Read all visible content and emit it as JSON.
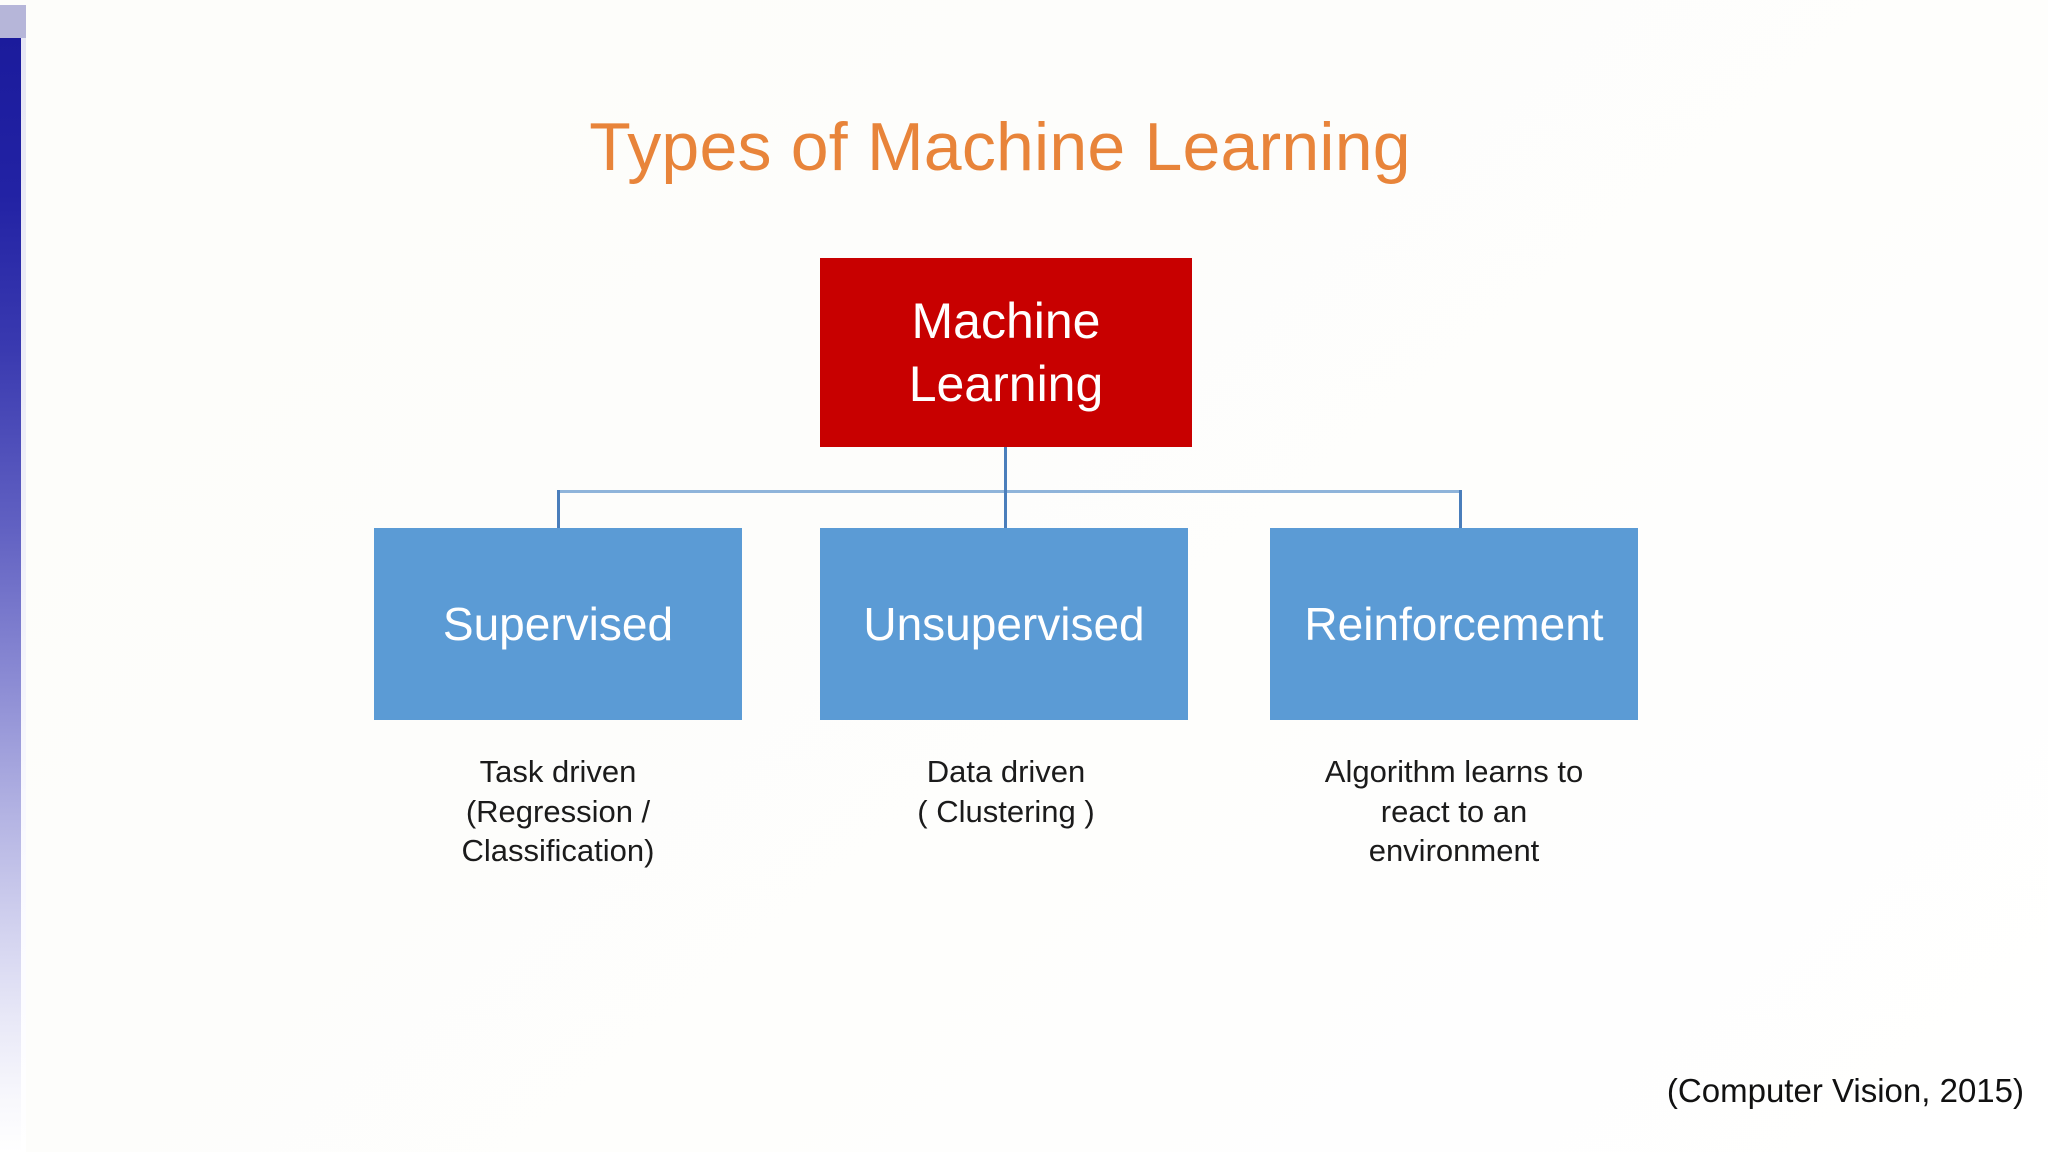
{
  "slide": {
    "title": "Types of Machine Learning",
    "credit": "(Computer Vision, 2015)"
  },
  "colors": {
    "title_orange": "#e8843a",
    "root_red": "#c80000",
    "leaf_blue": "#5b9bd5",
    "connector_blue": "#4a7ebb",
    "accent_bar_top": "#1b1b9c",
    "accent_block": "#a9a9d2",
    "caption_text": "#1b1b1b",
    "background": "#ffffff"
  },
  "diagram": {
    "type": "tree",
    "root": {
      "label": "Machine Learning",
      "line1": "Machine",
      "line2": "Learning"
    },
    "children": [
      {
        "label": "Supervised",
        "caption": "Task driven\n(Regression /\nClassification)",
        "caption_lines": [
          "Task driven",
          "(Regression /",
          "Classification)"
        ]
      },
      {
        "label": "Unsupervised",
        "caption": "Data driven\n( Clustering )",
        "caption_lines": [
          "Data driven",
          "( Clustering )"
        ]
      },
      {
        "label": "Reinforcement",
        "caption": "Algorithm learns to\nreact to an\nenvironment",
        "caption_lines": [
          "Algorithm learns to",
          "react to an",
          "environment"
        ]
      }
    ]
  }
}
